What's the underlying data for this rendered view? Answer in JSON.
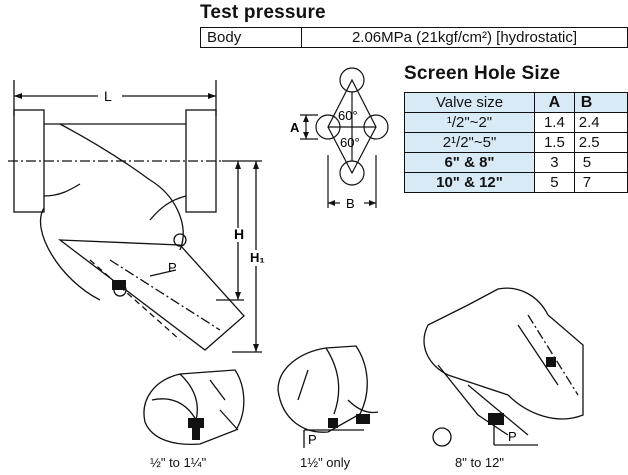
{
  "test_pressure": {
    "title": "Test pressure",
    "row_label": "Body",
    "row_value": "2.06MPa (21kgf/cm²) [hydrostatic]"
  },
  "screen_hole": {
    "title": "Screen Hole Size",
    "headers": [
      "Valve size",
      "A",
      "B"
    ],
    "rows": [
      [
        "¹/2\"~2\"",
        "1.4",
        "2.4"
      ],
      [
        "2¹/2\"~5\"",
        "1.5",
        "2.5"
      ],
      [
        "6\" & 8\"",
        "3",
        "5"
      ],
      [
        "10\" & 12\"",
        "5",
        "7"
      ]
    ]
  },
  "hole_diagram": {
    "angle_top": "60°",
    "angle_bottom": "60°",
    "label_a": "A",
    "label_b": "B"
  },
  "main_drawing": {
    "label_l": "L",
    "label_h": "H",
    "label_h1": "H₁",
    "label_p": "P"
  },
  "details": [
    {
      "caption": "½\" to 1¼\""
    },
    {
      "caption": "1½\" only",
      "p_label": "P"
    },
    {
      "caption": "8\" to 12\"",
      "p_label": "P"
    }
  ]
}
